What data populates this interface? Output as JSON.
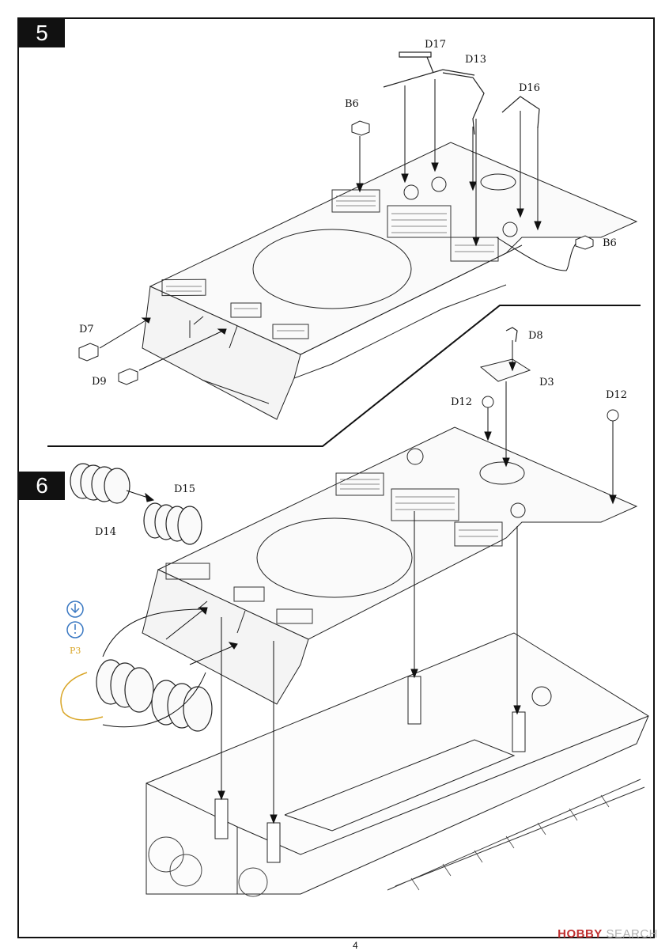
{
  "steps": [
    {
      "number": "5",
      "parts": [
        "D17",
        "D13",
        "D16",
        "B6",
        "B6",
        "D7",
        "D9"
      ]
    },
    {
      "number": "6",
      "parts": [
        "D8",
        "D3",
        "D12",
        "D12",
        "D15",
        "D14",
        "P3"
      ]
    }
  ],
  "watermark": {
    "brand": "HOBBY",
    "suffix": " SEARCH"
  },
  "page_number": "4"
}
